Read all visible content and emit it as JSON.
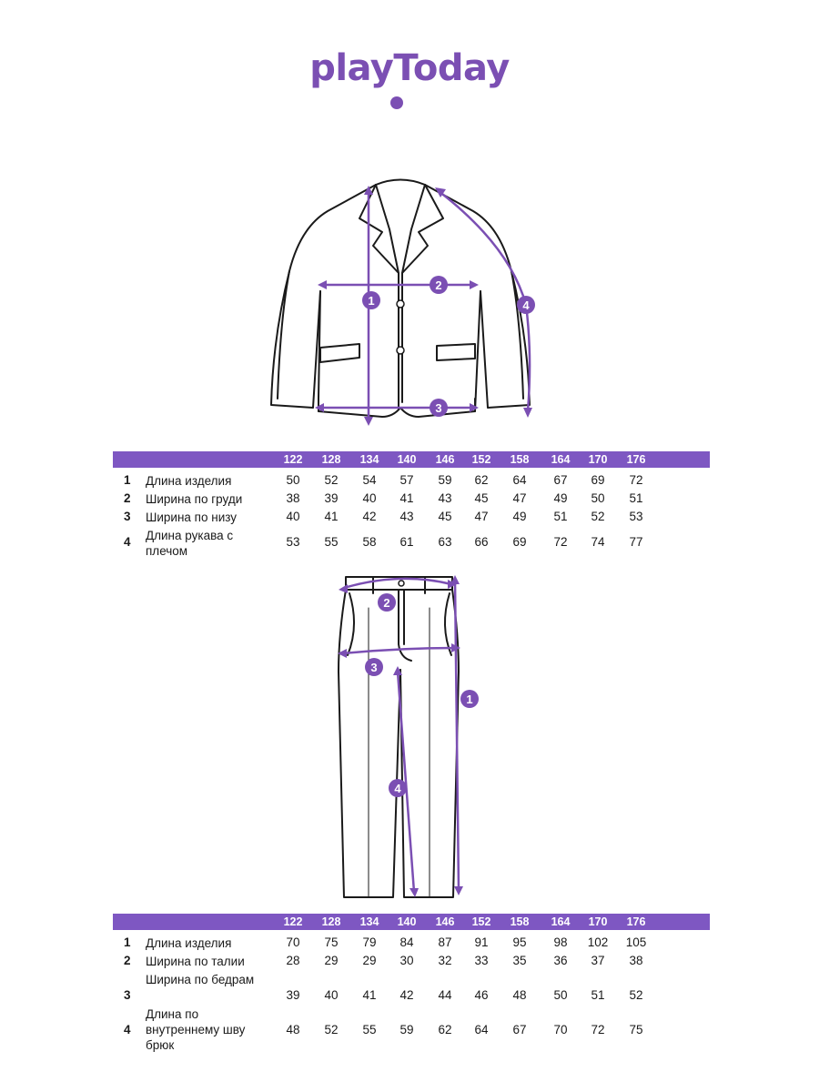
{
  "brand": {
    "logo_text": "playToday",
    "accent_color": "#7b4fb3",
    "header_color": "#7e57c2"
  },
  "jacket": {
    "markers": [
      "1",
      "2",
      "3",
      "4"
    ],
    "table": {
      "sizes": [
        "122",
        "128",
        "134",
        "140",
        "146",
        "152",
        "158",
        "164",
        "170",
        "176"
      ],
      "rows": [
        {
          "num": "1",
          "label": "Длина изделия",
          "values": [
            "50",
            "52",
            "54",
            "57",
            "59",
            "62",
            "64",
            "67",
            "69",
            "72"
          ]
        },
        {
          "num": "2",
          "label": "Ширина по груди",
          "values": [
            "38",
            "39",
            "40",
            "41",
            "43",
            "45",
            "47",
            "49",
            "50",
            "51"
          ]
        },
        {
          "num": "3",
          "label": "Ширина по низу",
          "values": [
            "40",
            "41",
            "42",
            "43",
            "45",
            "47",
            "49",
            "51",
            "52",
            "53"
          ]
        },
        {
          "num": "4",
          "label": "Длина рукава с плечом",
          "values": [
            "53",
            "55",
            "58",
            "61",
            "63",
            "66",
            "69",
            "72",
            "74",
            "77"
          ]
        }
      ]
    }
  },
  "trousers": {
    "markers": [
      "1",
      "2",
      "3",
      "4"
    ],
    "table": {
      "sizes": [
        "122",
        "128",
        "134",
        "140",
        "146",
        "152",
        "158",
        "164",
        "170",
        "176"
      ],
      "rows": [
        {
          "num": "1",
          "label": "Длина изделия",
          "values": [
            "70",
            "75",
            "79",
            "84",
            "87",
            "91",
            "95",
            "98",
            "102",
            "105"
          ]
        },
        {
          "num": "2",
          "label": "Ширина по талии",
          "values": [
            "28",
            "29",
            "29",
            "30",
            "32",
            "33",
            "35",
            "36",
            "37",
            "38"
          ]
        },
        {
          "num": "3",
          "label": "Ширина по бедрам",
          "values": [
            "39",
            "40",
            "41",
            "42",
            "44",
            "46",
            "48",
            "50",
            "51",
            "52"
          ]
        },
        {
          "num": "4",
          "label": "Длина по внутреннему шву брюк",
          "values": [
            "48",
            "52",
            "55",
            "59",
            "62",
            "64",
            "67",
            "70",
            "72",
            "75"
          ]
        }
      ]
    }
  }
}
